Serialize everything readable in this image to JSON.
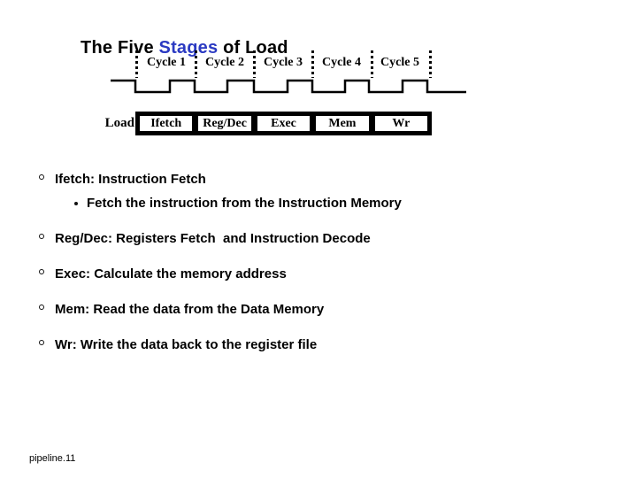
{
  "slide": {
    "title": {
      "pre": "The Five ",
      "highlight": "Stages",
      "post": " of Load",
      "highlight_color": "#2b3ac2"
    },
    "footer": "pipeline.11"
  },
  "timing": {
    "cycles": [
      "Cycle 1",
      "Cycle 2",
      "Cycle 3",
      "Cycle 4",
      "Cycle 5"
    ]
  },
  "pipeline": {
    "label": "Load",
    "stages": [
      "Ifetch",
      "Reg/Dec",
      "Exec",
      "Mem",
      "Wr"
    ]
  },
  "bullets": {
    "b1": "Ifetch: Instruction Fetch",
    "b1_sub": "Fetch the instruction from the Instruction Memory",
    "b2": "Reg/Dec: Registers Fetch  and Instruction Decode",
    "b3": "Exec: Calculate the memory address",
    "b4": "Mem: Read the data from the Data Memory",
    "b5": "Wr: Write the data back to the register file"
  }
}
